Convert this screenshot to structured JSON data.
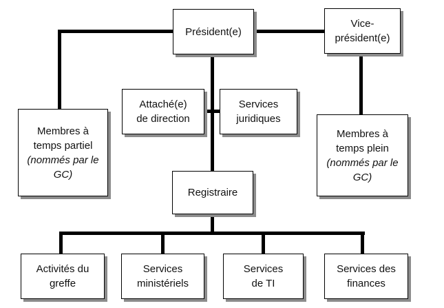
{
  "org_chart": {
    "president": [
      "Président(e)"
    ],
    "vice_president": [
      "Vice-",
      "président(e)"
    ],
    "attache": [
      "Attaché(e)",
      "de direction"
    ],
    "services_juridiques": [
      "Services",
      "juridiques"
    ],
    "membres_partiel": {
      "lines": [
        "Membres à",
        "temps partiel"
      ],
      "note": [
        "(nommés par le",
        "GC)"
      ]
    },
    "membres_plein": {
      "lines": [
        "Membres à",
        "temps plein"
      ],
      "note": [
        "(nommés par le",
        "GC)"
      ]
    },
    "registraire": [
      "Registraire"
    ],
    "activites_greffe": [
      "Activités du",
      "greffe"
    ],
    "services_ministeriels": [
      "Services",
      "ministériels"
    ],
    "services_ti": [
      "Services",
      "de TI"
    ],
    "services_finances": [
      "Services des",
      "finances"
    ]
  }
}
